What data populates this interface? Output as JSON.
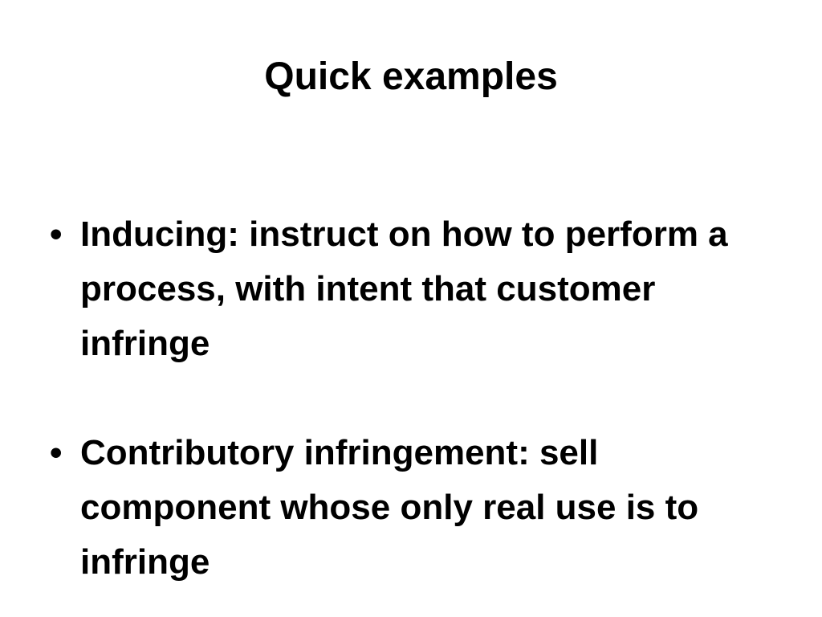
{
  "slide": {
    "title": "Quick examples",
    "bullets": [
      {
        "marker": "•",
        "text": "Inducing: instruct on how to perform a process, with intent that customer infringe"
      },
      {
        "marker": "•",
        "text": "Contributory infringement: sell component whose only real use is to infringe"
      }
    ]
  }
}
